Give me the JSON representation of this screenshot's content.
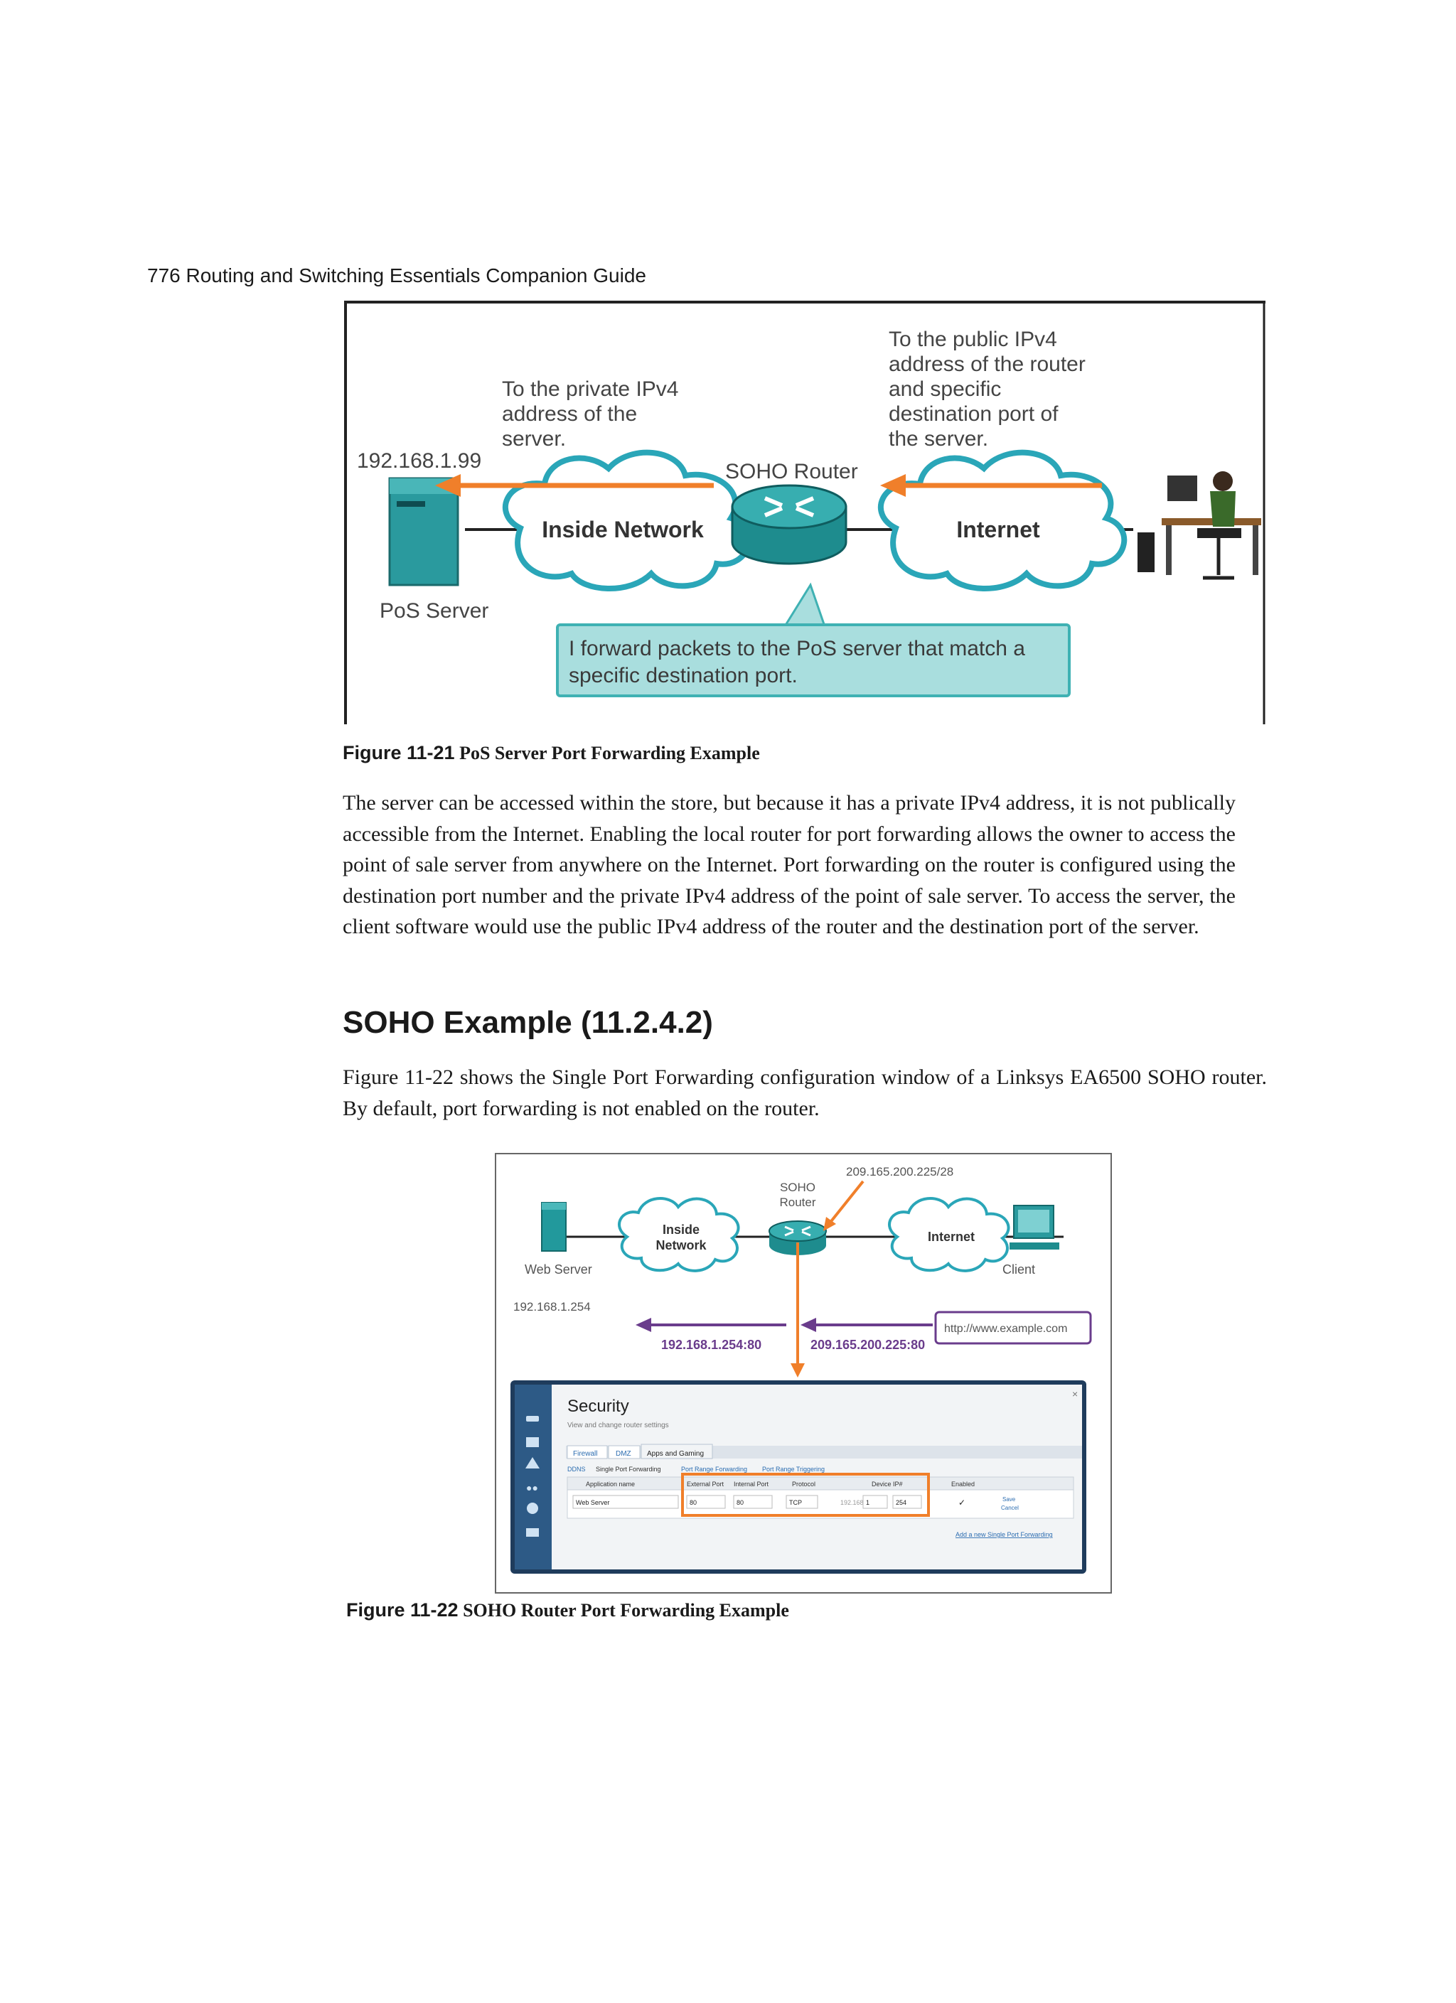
{
  "page_header": "776 Routing and Switching Essentials Companion Guide",
  "figure1": {
    "ip_label": "192.168.1.99",
    "server_label": "PoS Server",
    "inside_cloud": "Inside Network",
    "internet_cloud": "Internet",
    "router_label": "SOHO Router",
    "note_private": [
      "To the private IPv4",
      "address of the",
      "server."
    ],
    "note_public": [
      "To the public IPv4",
      "address of the router",
      "and specific",
      "destination port of",
      "the server."
    ],
    "callout": [
      "I forward packets to the PoS server that match a",
      "specific destination port."
    ],
    "caption_label": "Figure 11-21",
    "caption_title": "PoS Server Port Forwarding Example"
  },
  "paragraph1": "The server can be accessed within the store, but because it has a private IPv4 address, it is not publically accessible from the Internet. Enabling the local router for port forwarding allows the owner to access the point of sale server from anywhere on the Internet. Port forwarding on the router is configured using the destination port number and the private IPv4 address of the point of sale server. To access the server, the client software would use the public IPv4 address of the router and the destination port of the server.",
  "heading": "SOHO Example (11.2.4.2)",
  "paragraph2": "Figure 11-22 shows the Single Port Forwarding configuration window of a Linksys EA6500 SOHO router. By default, port forwarding is not enabled on the router.",
  "figure2": {
    "public_ip": "209.165.200.225/28",
    "router_label": [
      "SOHO",
      "Router"
    ],
    "inside_cloud": [
      "Inside",
      "Network"
    ],
    "internet_cloud": "Internet",
    "web_server_label": "Web Server",
    "client_label": "Client",
    "server_ip": "192.168.1.254",
    "arrow_private": "192.168.1.254:80",
    "arrow_public": "209.165.200.225:80",
    "url": "http://www.example.com",
    "ui": {
      "title": "Security",
      "subtitle": "View and change router settings",
      "tabs": [
        "Firewall",
        "DMZ",
        "Apps and Gaming"
      ],
      "subnav": [
        "DDNS",
        "Single Port Forwarding",
        "Port Range Forwarding",
        "Port Range Triggering"
      ],
      "columns": [
        "Application name",
        "External Port",
        "Internal Port",
        "Protocol",
        "Device IP#",
        "Enabled",
        ""
      ],
      "row": {
        "app": "Web Server",
        "external": "80",
        "internal": "80",
        "protocol": "TCP",
        "ip_prefix": "192.168.",
        "ip_third": "1",
        "ip_last": "254",
        "enabled": "✓",
        "save": "Save",
        "cancel": "Cancel"
      },
      "add_link": "Add a new Single Port Forwarding",
      "close": "×"
    },
    "caption_label": "Figure 11-22",
    "caption_title": "SOHO Router Port Forwarding Example"
  },
  "colors": {
    "arrow_orange": "#f07f2a",
    "arrow_purple": "#6a3c8c",
    "teal": "#1a8a8a",
    "cloud_stroke": "#2aa6b8"
  }
}
